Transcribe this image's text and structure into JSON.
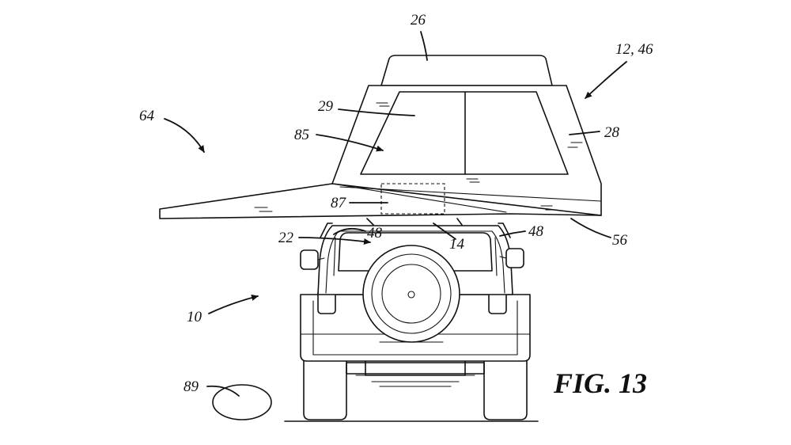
{
  "figure": {
    "label": "FIG. 13",
    "reference_numerals": {
      "n26": "26",
      "n12_46": "12, 46",
      "n64": "64",
      "n29": "29",
      "n85": "85",
      "n28": "28",
      "n87": "87",
      "n48_left": "48",
      "n48_right": "48",
      "n22": "22",
      "n14": "14",
      "n56": "56",
      "n10": "10",
      "n89": "89"
    }
  }
}
